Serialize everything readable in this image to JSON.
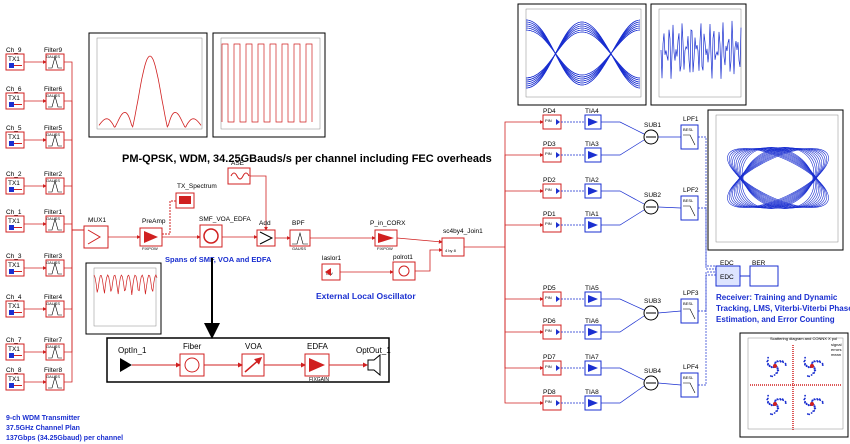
{
  "title": "PM-QPSK, WDM, 34.25GBauds/s per channel including FEC overheads",
  "transmitters": [
    {
      "ch": "Ch_9",
      "tx": "TX1",
      "filter": "Filter9",
      "sub": "GAUSS"
    },
    {
      "ch": "Ch_6",
      "tx": "TX1",
      "filter": "Filter6",
      "sub": "GAUSS"
    },
    {
      "ch": "Ch_5",
      "tx": "TX1",
      "filter": "Filter5",
      "sub": "GAUSS"
    },
    {
      "ch": "Ch_2",
      "tx": "TX1",
      "filter": "Filter2",
      "sub": "GAUSS"
    },
    {
      "ch": "Ch_1",
      "tx": "TX1",
      "filter": "Filter1",
      "sub": "GAUSS"
    },
    {
      "ch": "Ch_3",
      "tx": "TX1",
      "filter": "Filter3",
      "sub": "GAUSS"
    },
    {
      "ch": "Ch_4",
      "tx": "TX1",
      "filter": "Filter4",
      "sub": "GAUSS"
    },
    {
      "ch": "Ch_7",
      "tx": "TX1",
      "filter": "Filter7",
      "sub": "GAUSS"
    },
    {
      "ch": "Ch_8",
      "tx": "TX1",
      "filter": "Filter8",
      "sub": "GAUSS"
    }
  ],
  "mid_blocks": {
    "mux": "MUX1",
    "preamp": "PreAmp",
    "preamp_sub": "FIXPOW",
    "tx_spectrum": "TX_Spectrum",
    "ase": "ASE",
    "smf": "SMF_VOA_EDFA",
    "add": "Add",
    "bpf": "BPF",
    "bpf_sub": "GAUSS",
    "pin": "P_in_CORX",
    "pin_sub": "FIXPOW",
    "coupler": "sc4by4_Join1",
    "coupler_sub": "4 by 8",
    "laser": "laslor1",
    "laser_sub": "CW",
    "polrot": "polrot1"
  },
  "annotations": {
    "spans": "Spans of SMF, VOA and EDFA",
    "lo": "External Local Oscillator",
    "receiver": "Receiver: Training and Dynamic Tracking, LMS, Viterbi-Viterbi Phase Estimation, and Error Counting",
    "receiver_lines": [
      "Receiver: Training and Dynamic",
      "Tracking, LMS, Viterbi-Viterbi Phase",
      "Estimation, and Error Counting"
    ],
    "tx_lines": [
      "9-ch WDM Transmitter",
      "37.5GHz Channel Plan",
      "137Gbps (34.25Gbaud) per channel"
    ]
  },
  "subsystem": {
    "optin": "OptIn_1",
    "fiber": "Fiber",
    "voa": "VOA",
    "edfa": "EDFA",
    "edfa_sub": "FIXGAIN",
    "optout": "OptOut_1"
  },
  "receiver_blocks": {
    "pd_top": [
      "PD4",
      "PD3",
      "PD2",
      "PD1"
    ],
    "tia_top": [
      "TIA4",
      "TIA3",
      "TIA2",
      "TIA1"
    ],
    "pd_bot": [
      "PD5",
      "PD6",
      "PD7",
      "PD8"
    ],
    "tia_bot": [
      "TIA5",
      "TIA6",
      "TIA7",
      "TIA8"
    ],
    "pin_sub": "PIN",
    "subs": [
      "SUB1",
      "SUB2",
      "SUB3",
      "SUB4"
    ],
    "lpfs": [
      "LPF1",
      "LPF2",
      "LPF3",
      "LPF4"
    ],
    "lpf_sub": "BESL",
    "edc": "EDC",
    "ber": "BER"
  },
  "scatter": {
    "title": "Scattering diagram and CONNX X pol",
    "legend": [
      "signal",
      "errors",
      "mean"
    ]
  }
}
